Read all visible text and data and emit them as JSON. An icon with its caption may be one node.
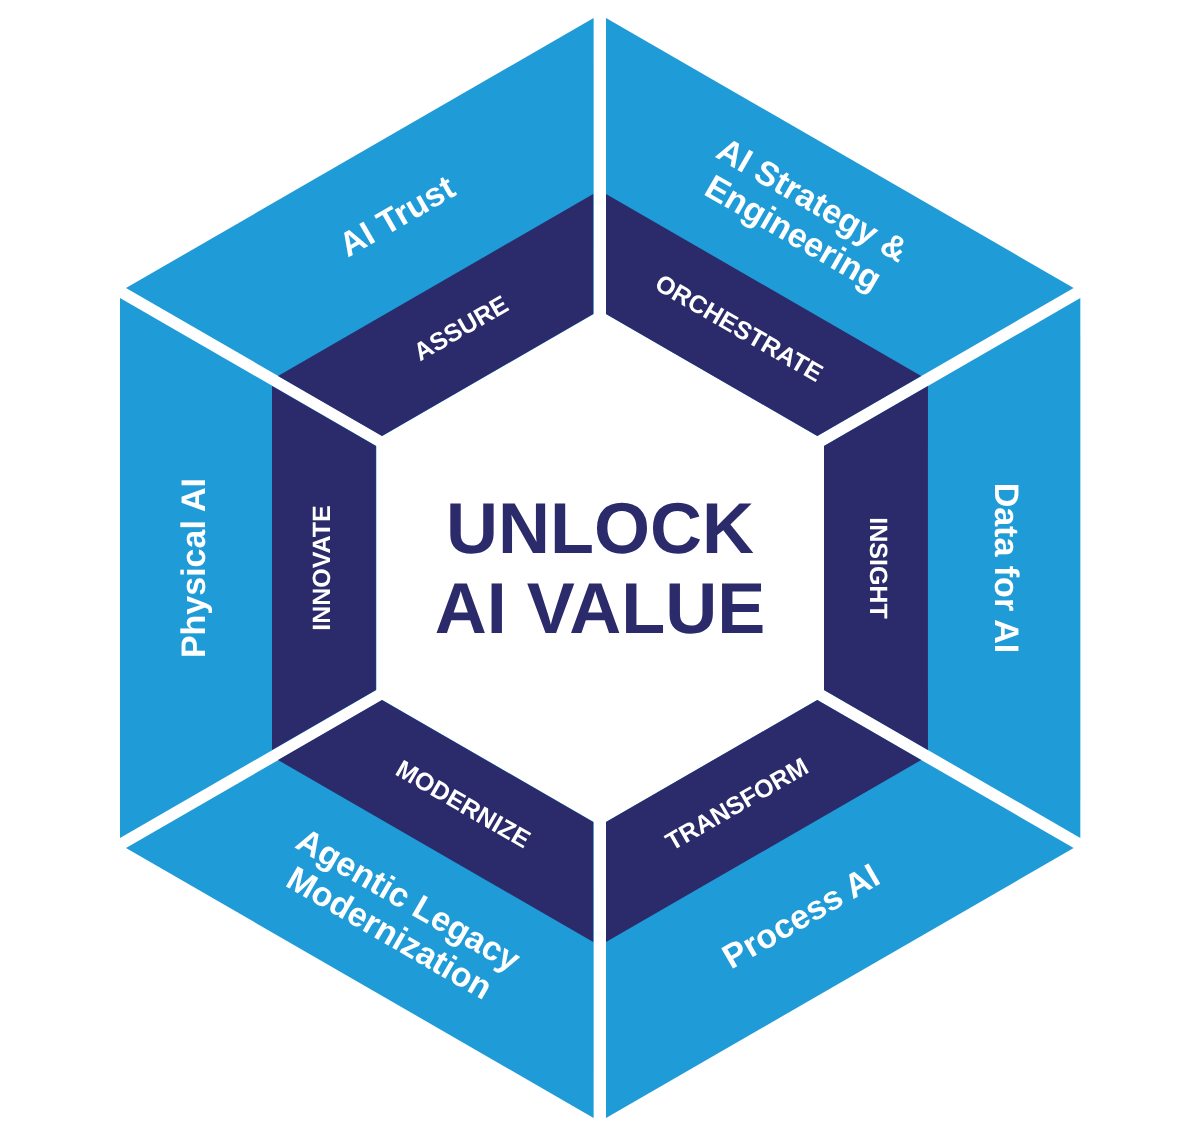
{
  "diagram": {
    "nodes": [
      {
        "text": [
          "AI Trust"
        ]
      },
      {
        "text": [
          "ASSURE"
        ],
        "in": 0
      },
      {
        "text": [
          "AI Strategy & Engineering"
        ]
      },
      {
        "text": [
          "ORCHESTRATE"
        ],
        "in": 2
      },
      {
        "text": [
          "Physical AI"
        ]
      },
      {
        "text": [
          "INNOVATE"
        ],
        "in": 4
      },
      {
        "text": [
          "UNLOCK AI VALUE"
        ]
      },
      {
        "text": [
          "Data for AI"
        ]
      },
      {
        "text": [
          "INSIGHT"
        ],
        "in": 7
      },
      {
        "text": [
          "Agentic Legacy Modernization"
        ]
      },
      {
        "text": [
          "MODERNIZE"
        ],
        "in": 9
      },
      {
        "text": [
          "Process AI"
        ]
      },
      {
        "text": [
          "TRANSFORM"
        ],
        "in": 11
      }
    ]
  }
}
